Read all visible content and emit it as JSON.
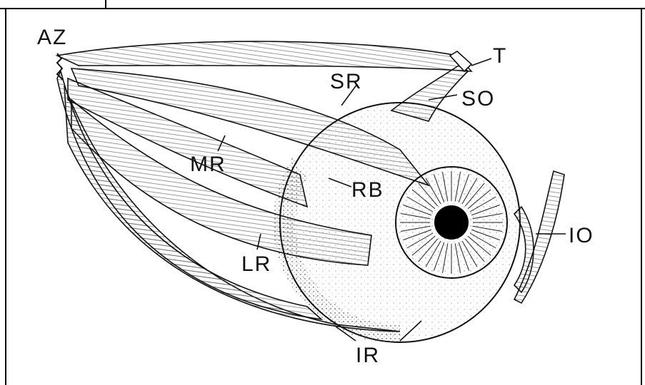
{
  "labels": {
    "az": "AZ",
    "t": "T",
    "sr": "SR",
    "so": "SO",
    "mr": "MR",
    "rb": "RB",
    "lr": "LR",
    "io": "IO",
    "ir": "IR"
  }
}
